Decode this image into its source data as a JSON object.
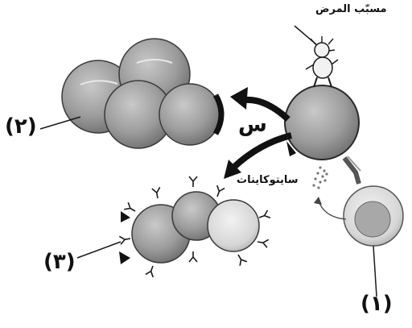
{
  "labels": {
    "pathogen": "مسبّب المرض",
    "cytokines": "سايتوكاينات",
    "process": "س",
    "cell_1": "(١)",
    "cell_2": "(٢)",
    "cell_3": "(٣)"
  },
  "colors": {
    "cell_fill": "#a8a8a8",
    "cell_dark": "#6e6e6e",
    "outline": "#1a1a1a",
    "background": "#ffffff"
  }
}
